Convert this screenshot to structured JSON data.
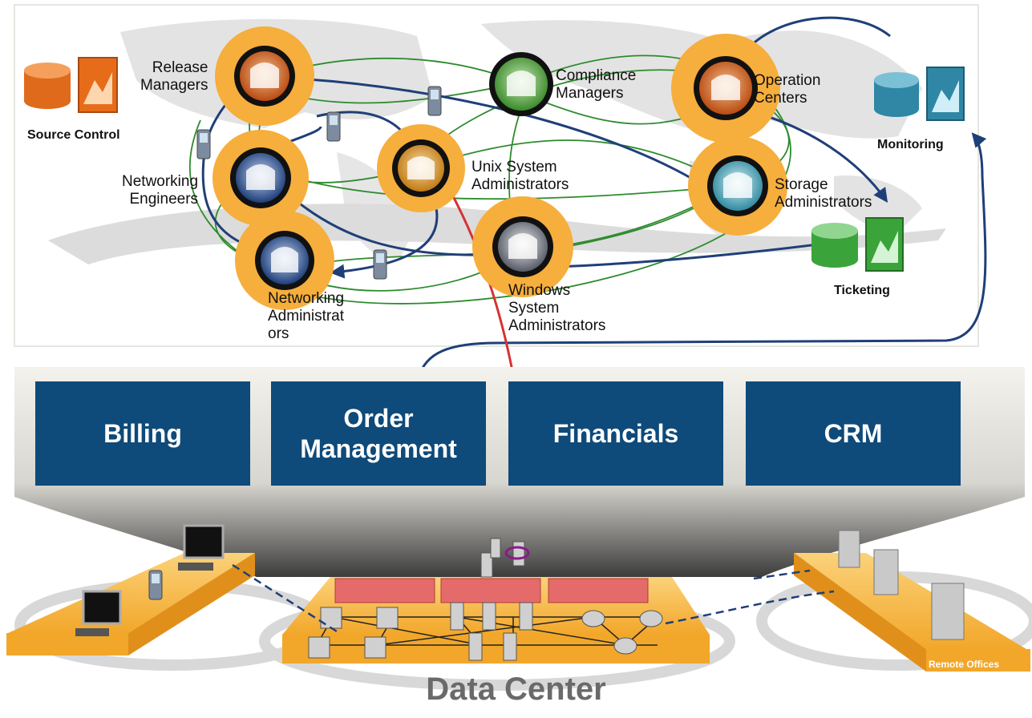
{
  "groups": {
    "release_managers": "Release\nManagers",
    "compliance_managers": "Compliance\nManagers",
    "operation_centers": "Operation\nCenters",
    "networking_engineers": "Networking\nEngineers",
    "unix_admins": "Unix System\nAdministrators",
    "storage_admins": "Storage\nAdministrators",
    "networking_admins": "Networking\nAdministrat\nors",
    "windows_admins": "Windows\nSystem\nAdministrators"
  },
  "tools": {
    "source_control": "Source Control",
    "monitoring": "Monitoring",
    "ticketing": "Ticketing"
  },
  "applications": [
    "Billing",
    "Order\nManagement",
    "Financials",
    "CRM"
  ],
  "data_center": "Data Center",
  "remote_offices": "Remote Offices",
  "colors": {
    "app_box": "#0e4a7a",
    "ring": "#f6ae3c",
    "flow_blue": "#1f3f78",
    "flow_green": "#2e8b2e",
    "flow_red": "#d63333",
    "firewall": "#e56b6b"
  }
}
